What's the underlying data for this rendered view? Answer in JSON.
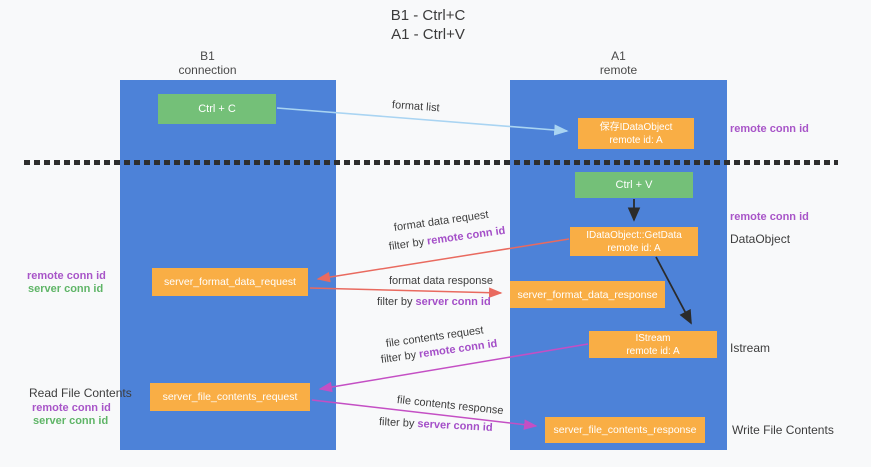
{
  "title": {
    "line1": "B1 - Ctrl+C",
    "line2": "A1 - Ctrl+V"
  },
  "columns": {
    "left": {
      "header_line1": "B1",
      "header_line2": "connection"
    },
    "right": {
      "header_line1": "A1",
      "header_line2": "remote"
    }
  },
  "boxes": {
    "ctrl_c": {
      "label": "Ctrl + C"
    },
    "save_dataobject": {
      "line1": "保存IDataObject",
      "line2": "remote id: A"
    },
    "ctrl_v": {
      "label": "Ctrl + V"
    },
    "getdata": {
      "line1": "IDataObject::GetData",
      "line2": "remote id: A"
    },
    "format_request": {
      "label": "server_format_data_request"
    },
    "format_response": {
      "label": "server_format_data_response"
    },
    "istream": {
      "line1": "IStream",
      "line2": "remote id: A"
    },
    "file_request": {
      "label": "server_file_contents_request"
    },
    "file_response": {
      "label": "server_file_contents_response"
    }
  },
  "side_labels": {
    "remote_conn_top_right": "remote conn id",
    "remote_conn_mid_right": "remote conn id",
    "dataobject": "DataObject",
    "istream": "Istream",
    "write_file_contents": "Write File Contents",
    "read_file_contents": "Read File Contents",
    "remote_conn_left_1": "remote conn id",
    "server_conn_left_1": "server conn id",
    "remote_conn_left_2": "remote conn id",
    "server_conn_left_2": "server conn id"
  },
  "arrow_labels": {
    "format_list": "format list",
    "format_request": "format data request",
    "format_request_filter_prefix": "filter by ",
    "format_request_filter_key": "remote conn id",
    "format_response": "format data response",
    "format_response_filter_prefix": "filter by ",
    "format_response_filter_key": "server conn id",
    "file_request": "file contents request",
    "file_request_filter_prefix": "filter by ",
    "file_request_filter_key": "remote conn id",
    "file_response": "file contents response",
    "file_response_filter_prefix": "filter by ",
    "file_response_filter_key": "server conn id"
  },
  "colors": {
    "column_blue": "#4d82d8",
    "box_green": "#74c078",
    "box_orange": "#f9ae45",
    "arrow_lightblue": "#a9d4f2",
    "arrow_red": "#e96a5f",
    "arrow_magenta": "#c44fc4",
    "arrow_black": "#2b2b2b",
    "text_purple": "#a855c8",
    "text_green": "#5fb567",
    "text_dark": "#3d3d3d"
  }
}
